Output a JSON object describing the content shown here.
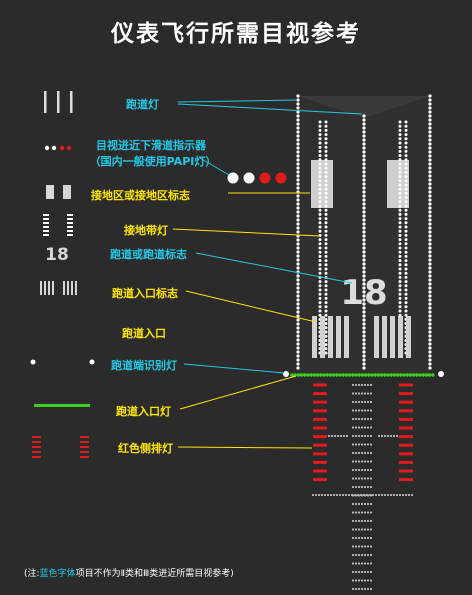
{
  "title": "仪表飞行所需目视参考",
  "labels": {
    "runway_lights": "跑道灯",
    "approach_slope": "目视进近下滑道指示器",
    "approach_slope_note": "（国内一般使用PAPI灯）",
    "touchdown_zone_marking": "接地区或接地区标志",
    "touchdown_zone_lights": "接地带灯",
    "runway_marking": "跑道或跑道标志",
    "threshold_marking": "跑道入口标志",
    "threshold": "跑道入口",
    "runway_end_identifier_lights": "跑道端识别灯",
    "threshold_lights": "跑道入口灯",
    "red_side_row_lights": "红色侧排灯"
  },
  "runway_number": "18",
  "legend_number": "18",
  "footnote": {
    "prefix": "(注:",
    "highlight": "蓝色字体",
    "suffix": "项目不作为Ⅱ类和Ⅲ类进近所需目视参考)"
  },
  "colors": {
    "background": "#2b2b2b",
    "yellow_label": "#ffe600",
    "cyan_label": "#22c8e6",
    "green_light": "#3ecf1e",
    "red_light": "#e01b1b",
    "white_light": "#ffffff"
  }
}
